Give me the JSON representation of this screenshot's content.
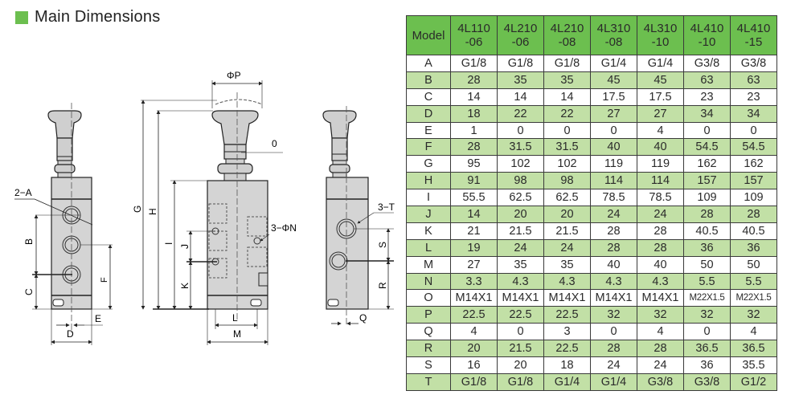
{
  "heading": {
    "title": "Main Dimensions",
    "marker_color": "#6cbf4f"
  },
  "drawings": {
    "front_view": {
      "labels": [
        "2-A",
        "B",
        "C",
        "F",
        "E",
        "D"
      ]
    },
    "side_view": {
      "labels": [
        "ΦP",
        "O",
        "G",
        "H",
        "I",
        "J",
        "K",
        "3-ΦN",
        "L",
        "M"
      ]
    },
    "rear_view": {
      "labels": [
        "3-T",
        "S",
        "R",
        "Q"
      ]
    }
  },
  "table": {
    "header_color": "#6cbf4f",
    "stripe_color": "#c2e0a6",
    "corner_label": "Model",
    "models": [
      {
        "line1": "4L110",
        "line2": "-06"
      },
      {
        "line1": "4L210",
        "line2": "-06"
      },
      {
        "line1": "4L210",
        "line2": "-08"
      },
      {
        "line1": "4L310",
        "line2": "-08"
      },
      {
        "line1": "4L310",
        "line2": "-10"
      },
      {
        "line1": "4L410",
        "line2": "-10"
      },
      {
        "line1": "4L410",
        "line2": "-15"
      }
    ],
    "rows": [
      {
        "dim": "A",
        "values": [
          "G1/8",
          "G1/8",
          "G1/8",
          "G1/4",
          "G1/4",
          "G3/8",
          "G3/8"
        ]
      },
      {
        "dim": "B",
        "values": [
          "28",
          "35",
          "35",
          "45",
          "45",
          "63",
          "63"
        ]
      },
      {
        "dim": "C",
        "values": [
          "14",
          "14",
          "14",
          "17.5",
          "17.5",
          "23",
          "23"
        ]
      },
      {
        "dim": "D",
        "values": [
          "18",
          "22",
          "22",
          "27",
          "27",
          "34",
          "34"
        ]
      },
      {
        "dim": "E",
        "values": [
          "1",
          "0",
          "0",
          "0",
          "4",
          "0",
          "0"
        ]
      },
      {
        "dim": "F",
        "values": [
          "28",
          "31.5",
          "31.5",
          "40",
          "40",
          "54.5",
          "54.5"
        ]
      },
      {
        "dim": "G",
        "values": [
          "95",
          "102",
          "102",
          "119",
          "119",
          "162",
          "162"
        ]
      },
      {
        "dim": "H",
        "values": [
          "91",
          "98",
          "98",
          "114",
          "114",
          "157",
          "157"
        ]
      },
      {
        "dim": "I",
        "values": [
          "55.5",
          "62.5",
          "62.5",
          "78.5",
          "78.5",
          "109",
          "109"
        ]
      },
      {
        "dim": "J",
        "values": [
          "14",
          "20",
          "20",
          "24",
          "24",
          "28",
          "28"
        ]
      },
      {
        "dim": "K",
        "values": [
          "21",
          "21.5",
          "21.5",
          "28",
          "28",
          "40.5",
          "40.5"
        ]
      },
      {
        "dim": "L",
        "values": [
          "19",
          "24",
          "24",
          "28",
          "28",
          "36",
          "36"
        ]
      },
      {
        "dim": "M",
        "values": [
          "27",
          "35",
          "35",
          "40",
          "40",
          "50",
          "50"
        ]
      },
      {
        "dim": "N",
        "values": [
          "3.3",
          "4.3",
          "4.3",
          "4.3",
          "4.3",
          "5.5",
          "5.5"
        ]
      },
      {
        "dim": "O",
        "values": [
          "M14X1",
          "M14X1",
          "M14X1",
          "M14X1",
          "M14X1",
          "M22X1.5",
          "M22X1.5"
        ]
      },
      {
        "dim": "P",
        "values": [
          "22.5",
          "22.5",
          "22.5",
          "32",
          "32",
          "32",
          "32"
        ]
      },
      {
        "dim": "Q",
        "values": [
          "4",
          "0",
          "3",
          "0",
          "4",
          "0",
          "4"
        ]
      },
      {
        "dim": "R",
        "values": [
          "20",
          "21.5",
          "22.5",
          "28",
          "28",
          "36.5",
          "36.5"
        ]
      },
      {
        "dim": "S",
        "values": [
          "16",
          "20",
          "18",
          "24",
          "24",
          "36",
          "35.5"
        ]
      },
      {
        "dim": "T",
        "values": [
          "G1/8",
          "G1/8",
          "G1/4",
          "G1/4",
          "G3/8",
          "G3/8",
          "G1/2"
        ]
      }
    ]
  }
}
